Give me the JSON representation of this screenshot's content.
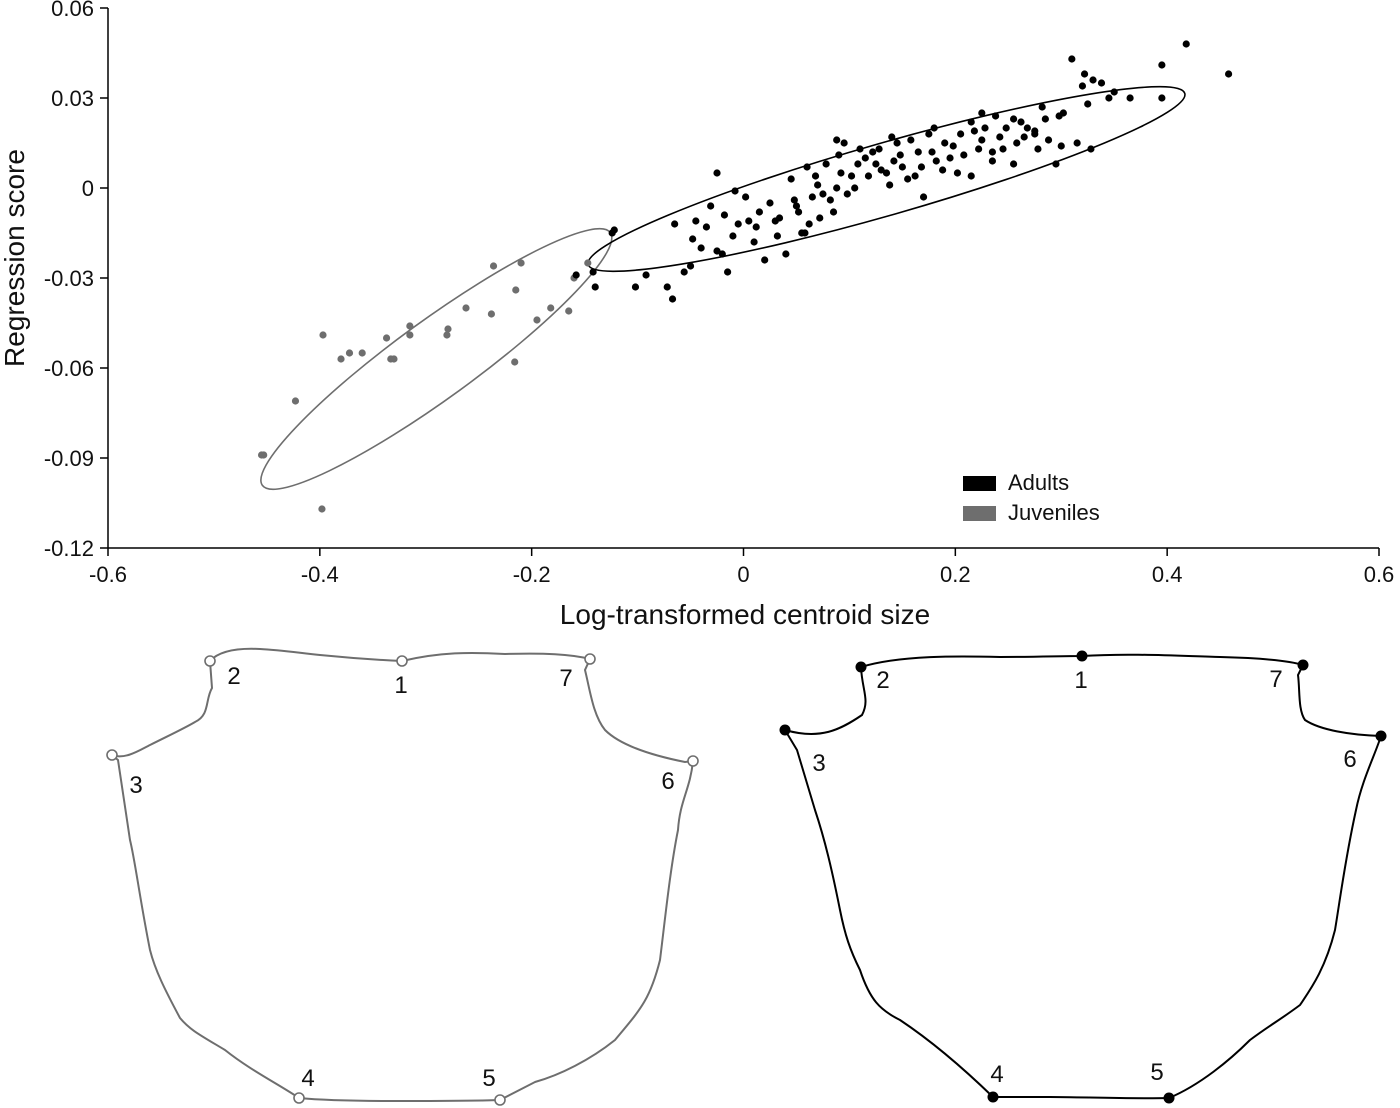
{
  "chart_data": [
    {
      "type": "scatter",
      "xlabel": "Log-transformed centroid size",
      "ylabel": "Regression score",
      "xlim": [
        -0.6,
        0.6
      ],
      "ylim": [
        -0.12,
        0.06
      ],
      "xticks": [
        -0.6,
        -0.4,
        -0.2,
        0,
        0.2,
        0.4,
        0.6
      ],
      "xtick_labels": [
        "-0.6",
        "-0.4",
        "-0.2",
        "0",
        "0.2",
        "0.4",
        "0.6"
      ],
      "yticks": [
        0.06,
        0.03,
        0,
        -0.03,
        -0.06,
        -0.09,
        -0.12
      ],
      "ytick_labels": [
        "0.06",
        "0.03",
        "0",
        "-0.03",
        "-0.06",
        "-0.09",
        "-0.12"
      ],
      "grid": false,
      "legend": {
        "placement": "bottom-right",
        "entries": [
          {
            "label": "Adults",
            "color": "#000000"
          },
          {
            "label": "Juveniles",
            "color": "#6e6e6e"
          }
        ]
      },
      "series": [
        {
          "name": "Juveniles",
          "color": "#6e6e6e",
          "points": [
            [
              -0.455,
              -0.089
            ],
            [
              -0.453,
              -0.089
            ],
            [
              -0.423,
              -0.071
            ],
            [
              -0.398,
              -0.107
            ],
            [
              -0.397,
              -0.049
            ],
            [
              -0.38,
              -0.057
            ],
            [
              -0.372,
              -0.055
            ],
            [
              -0.36,
              -0.055
            ],
            [
              -0.337,
              -0.05
            ],
            [
              -0.333,
              -0.057
            ],
            [
              -0.33,
              -0.057
            ],
            [
              -0.315,
              -0.049
            ],
            [
              -0.315,
              -0.046
            ],
            [
              -0.28,
              -0.049
            ],
            [
              -0.279,
              -0.047
            ],
            [
              -0.262,
              -0.04
            ],
            [
              -0.238,
              -0.042
            ],
            [
              -0.236,
              -0.026
            ],
            [
              -0.216,
              -0.058
            ],
            [
              -0.215,
              -0.034
            ],
            [
              -0.21,
              -0.025
            ],
            [
              -0.195,
              -0.044
            ],
            [
              -0.182,
              -0.04
            ],
            [
              -0.165,
              -0.041
            ],
            [
              -0.16,
              -0.03
            ],
            [
              -0.147,
              -0.025
            ]
          ]
        },
        {
          "name": "Adults",
          "color": "#000000",
          "points": [
            [
              -0.158,
              -0.029
            ],
            [
              -0.142,
              -0.028
            ],
            [
              -0.14,
              -0.033
            ],
            [
              -0.124,
              -0.015
            ],
            [
              -0.122,
              -0.014
            ],
            [
              -0.102,
              -0.033
            ],
            [
              -0.092,
              -0.029
            ],
            [
              -0.072,
              -0.033
            ],
            [
              -0.067,
              -0.037
            ],
            [
              -0.056,
              -0.028
            ],
            [
              -0.05,
              -0.026
            ],
            [
              -0.045,
              -0.011
            ],
            [
              -0.04,
              -0.02
            ],
            [
              -0.031,
              -0.006
            ],
            [
              -0.025,
              -0.021
            ],
            [
              -0.02,
              -0.022
            ],
            [
              -0.015,
              -0.028
            ],
            [
              -0.008,
              -0.001
            ],
            [
              0.002,
              -0.003
            ],
            [
              0.005,
              -0.011
            ],
            [
              0.012,
              -0.013
            ],
            [
              0.02,
              -0.024
            ],
            [
              0.04,
              -0.022
            ],
            [
              0.05,
              -0.006
            ],
            [
              0.058,
              -0.015
            ],
            [
              0.068,
              0.004
            ],
            [
              0.075,
              -0.002
            ],
            [
              0.085,
              -0.008
            ],
            [
              0.095,
              0.015
            ],
            [
              0.105,
              0.0
            ],
            [
              0.115,
              0.01
            ],
            [
              0.125,
              0.008
            ],
            [
              0.135,
              0.005
            ],
            [
              0.145,
              0.015
            ],
            [
              0.155,
              0.003
            ],
            [
              0.165,
              0.012
            ],
            [
              0.175,
              0.018
            ],
            [
              0.188,
              0.006
            ],
            [
              0.195,
              0.01
            ],
            [
              0.205,
              0.018
            ],
            [
              0.215,
              0.022
            ],
            [
              0.225,
              0.016
            ],
            [
              0.235,
              0.012
            ],
            [
              0.248,
              0.02
            ],
            [
              0.255,
              0.008
            ],
            [
              0.268,
              0.02
            ],
            [
              0.275,
              0.018
            ],
            [
              0.285,
              0.023
            ],
            [
              0.295,
              0.008
            ],
            [
              0.31,
              0.043
            ],
            [
              0.315,
              0.015
            ],
            [
              0.32,
              0.034
            ],
            [
              0.325,
              0.028
            ],
            [
              0.33,
              0.036
            ],
            [
              0.345,
              0.03
            ],
            [
              0.365,
              0.03
            ],
            [
              0.395,
              0.03
            ],
            [
              0.395,
              0.041
            ],
            [
              0.418,
              0.048
            ],
            [
              0.458,
              0.038
            ],
            [
              0.034,
              -0.01
            ],
            [
              0.052,
              -0.008
            ],
            [
              0.062,
              -0.012
            ],
            [
              0.082,
              -0.004
            ],
            [
              0.092,
              0.005
            ],
            [
              0.108,
              0.008
            ],
            [
              0.128,
              0.013
            ],
            [
              0.148,
              0.011
            ],
            [
              0.168,
              0.007
            ],
            [
              0.198,
              0.014
            ],
            [
              0.218,
              0.019
            ],
            [
              0.238,
              0.024
            ],
            [
              0.258,
              0.015
            ],
            [
              0.278,
              0.013
            ],
            [
              0.298,
              0.024
            ],
            [
              0.025,
              -0.005
            ],
            [
              0.045,
              0.003
            ],
            [
              0.065,
              -0.003
            ],
            [
              0.078,
              0.008
            ],
            [
              0.098,
              -0.002
            ],
            [
              0.118,
              0.004
            ],
            [
              0.138,
              0.001
            ],
            [
              0.158,
              0.016
            ],
            [
              0.178,
              0.012
            ],
            [
              0.208,
              0.011
            ],
            [
              0.228,
              0.02
            ],
            [
              0.245,
              0.013
            ],
            [
              0.265,
              0.017
            ],
            [
              0.288,
              0.016
            ],
            [
              -0.065,
              -0.012
            ],
            [
              -0.048,
              -0.017
            ],
            [
              -0.035,
              -0.013
            ],
            [
              -0.018,
              -0.009
            ],
            [
              -0.005,
              -0.012
            ],
            [
              0.015,
              -0.008
            ],
            [
              0.032,
              -0.016
            ],
            [
              0.055,
              -0.015
            ],
            [
              0.072,
              -0.01
            ],
            [
              0.088,
              0.0
            ],
            [
              0.102,
              0.004
            ],
            [
              0.122,
              0.012
            ],
            [
              0.142,
              0.009
            ],
            [
              0.162,
              0.004
            ],
            [
              0.182,
              0.009
            ],
            [
              0.202,
              0.005
            ],
            [
              0.222,
              0.013
            ],
            [
              0.242,
              0.017
            ],
            [
              0.262,
              0.022
            ],
            [
              0.282,
              0.027
            ],
            [
              0.302,
              0.025
            ],
            [
              0.322,
              0.038
            ],
            [
              0.338,
              0.035
            ],
            [
              -0.025,
              0.005
            ],
            [
              0.088,
              0.016
            ],
            [
              0.14,
              0.017
            ],
            [
              0.18,
              0.02
            ],
            [
              0.225,
              0.025
            ],
            [
              0.275,
              0.019
            ],
            [
              0.35,
              0.032
            ],
            [
              0.06,
              0.007
            ],
            [
              0.11,
              0.013
            ],
            [
              0.17,
              -0.003
            ],
            [
              0.215,
              0.004
            ],
            [
              0.3,
              0.014
            ],
            [
              -0.01,
              -0.016
            ],
            [
              0.01,
              -0.018
            ],
            [
              0.03,
              -0.011
            ],
            [
              0.048,
              -0.004
            ],
            [
              0.07,
              0.001
            ],
            [
              0.09,
              0.011
            ],
            [
              0.13,
              0.006
            ],
            [
              0.15,
              0.007
            ],
            [
              0.19,
              0.015
            ],
            [
              0.235,
              0.009
            ],
            [
              0.255,
              0.023
            ],
            [
              0.328,
              0.013
            ]
          ]
        }
      ],
      "ellipses": [
        {
          "series": "Juveniles",
          "center": [
            -0.29,
            -0.057
          ],
          "semi_axis_x_units": 0.203,
          "semi_axis_y_units": 0.013,
          "angle_deg": -36
        },
        {
          "series": "Adults",
          "center": [
            0.135,
            0.003
          ],
          "semi_axis_x_units": 0.293,
          "semi_axis_y_units": 0.012,
          "angle_deg": -16
        }
      ]
    }
  ],
  "outlines": [
    {
      "group": "Juveniles",
      "color": "#6e6e6e",
      "marker": "open-circle",
      "landmarks": [
        {
          "label": "1"
        },
        {
          "label": "2"
        },
        {
          "label": "3"
        },
        {
          "label": "4"
        },
        {
          "label": "5"
        },
        {
          "label": "6"
        },
        {
          "label": "7"
        }
      ]
    },
    {
      "group": "Adults",
      "color": "#000000",
      "marker": "filled-circle",
      "landmarks": [
        {
          "label": "1"
        },
        {
          "label": "2"
        },
        {
          "label": "3"
        },
        {
          "label": "4"
        },
        {
          "label": "5"
        },
        {
          "label": "6"
        },
        {
          "label": "7"
        }
      ]
    }
  ]
}
